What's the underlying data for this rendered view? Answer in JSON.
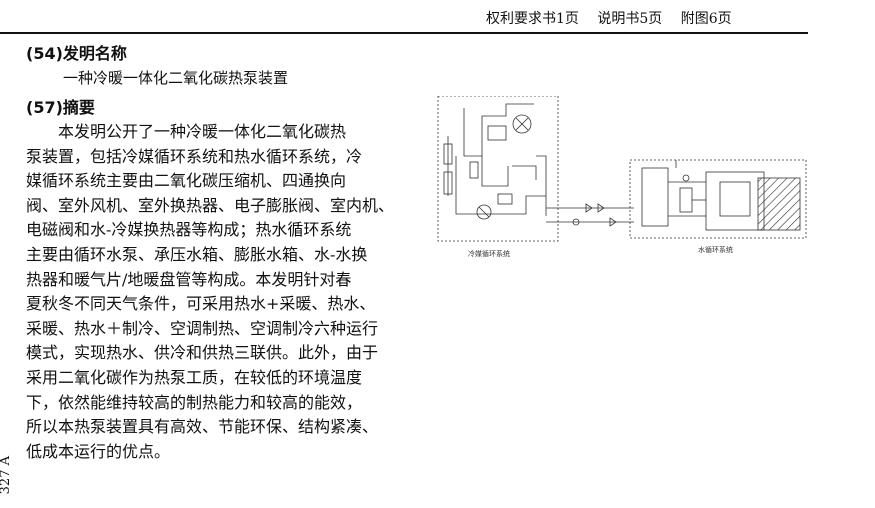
{
  "header": {
    "top_cut": "' '' '' ''' ''''''''",
    "page_counts": [
      "权利要求书1页",
      "说明书5页",
      "附图6页"
    ]
  },
  "invention_name": {
    "heading": "(54)发明名称",
    "title": "一种冷暖一体化二氧化碳热泵装置"
  },
  "abstract": {
    "heading": "(57)摘要",
    "lines": [
      "　　本发明公开了一种冷暖一体化二氧化碳热",
      "泵装置，包括冷媒循环系统和热水循环系统，冷",
      "媒循环系统主要由二氧化碳压缩机、四通换向",
      "阀、室外风机、室外换热器、电子膨胀阀、室内机、",
      "电磁阀和水-冷媒换热器等构成；热水循环系统",
      "主要由循环水泵、承压水箱、膨胀水箱、水-水换",
      "热器和暖气片/地暖盘管等构成。本发明针对春",
      "夏秋冬不同天气条件，可采用热水+采暖、热水、",
      "采暖、热水＋制冷、空调制热、空调制冷六种运行",
      "模式，实现热水、供冷和供热三联供。此外，由于",
      "采用二氧化碳作为热泵工质，在较低的环境温度",
      "下，依然能维持较高的制热能力和较高的能效，",
      "所以本热泵装置具有高效、节能环保、结构紧凑、",
      "低成本运行的优点。"
    ]
  },
  "side_text": "327 A",
  "figure": {
    "left_label": "冷媒循环系统",
    "right_label": "水循环系统"
  }
}
